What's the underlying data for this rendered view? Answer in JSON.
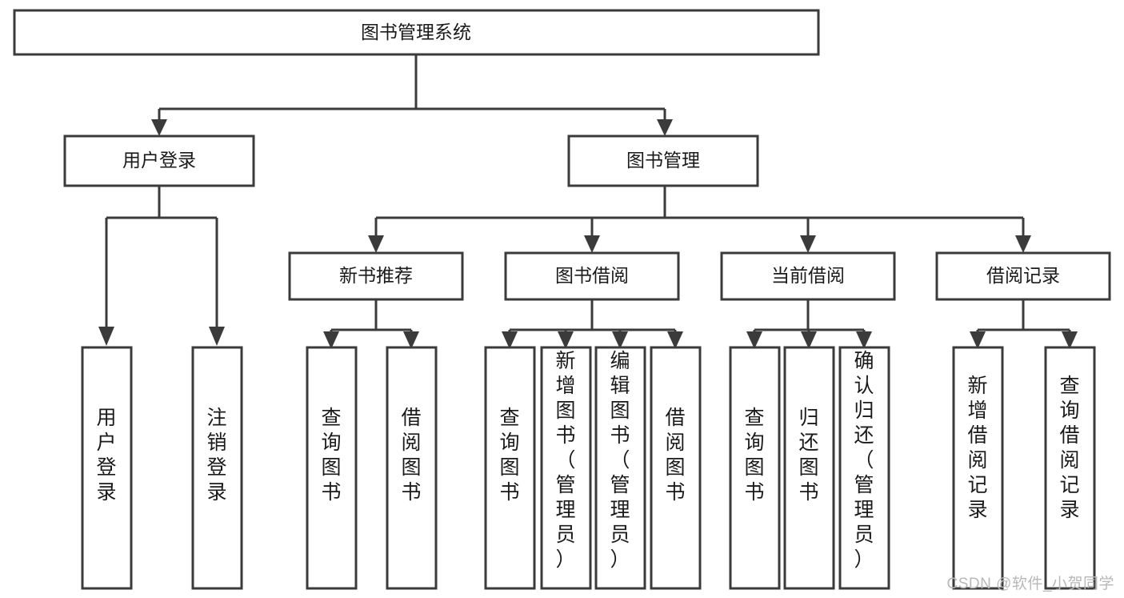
{
  "diagram": {
    "title": "图书管理系统",
    "watermark": "CSDN @软件_小贺同学",
    "colors": {
      "stroke": "#3b3b3b",
      "fill": "#ffffff",
      "text": "#1a1a1a",
      "watermark": "#b8b8b8"
    },
    "nodes": {
      "root": {
        "label": "图书管理系统"
      },
      "level2": [
        {
          "label": "用户登录"
        },
        {
          "label": "图书管理"
        }
      ],
      "level3": [
        {
          "label": "新书推荐"
        },
        {
          "label": "图书借阅"
        },
        {
          "label": "当前借阅"
        },
        {
          "label": "借阅记录"
        }
      ],
      "leaves": {
        "user_login": [
          {
            "label": "用户登录"
          },
          {
            "label": "注销登录"
          }
        ],
        "new_book": [
          {
            "label": "查询图书"
          },
          {
            "label": "借阅图书"
          }
        ],
        "borrow_book": [
          {
            "label": "查询图书"
          },
          {
            "label": "新增图书（管理员）"
          },
          {
            "label": "编辑图书（管理员）"
          },
          {
            "label": "借阅图书"
          }
        ],
        "current_borrow": [
          {
            "label": "查询图书"
          },
          {
            "label": "归还图书"
          },
          {
            "label": "确认归还（管理员）"
          }
        ],
        "borrow_record": [
          {
            "label": "新增借阅记录"
          },
          {
            "label": "查询借阅记录"
          }
        ]
      }
    }
  }
}
